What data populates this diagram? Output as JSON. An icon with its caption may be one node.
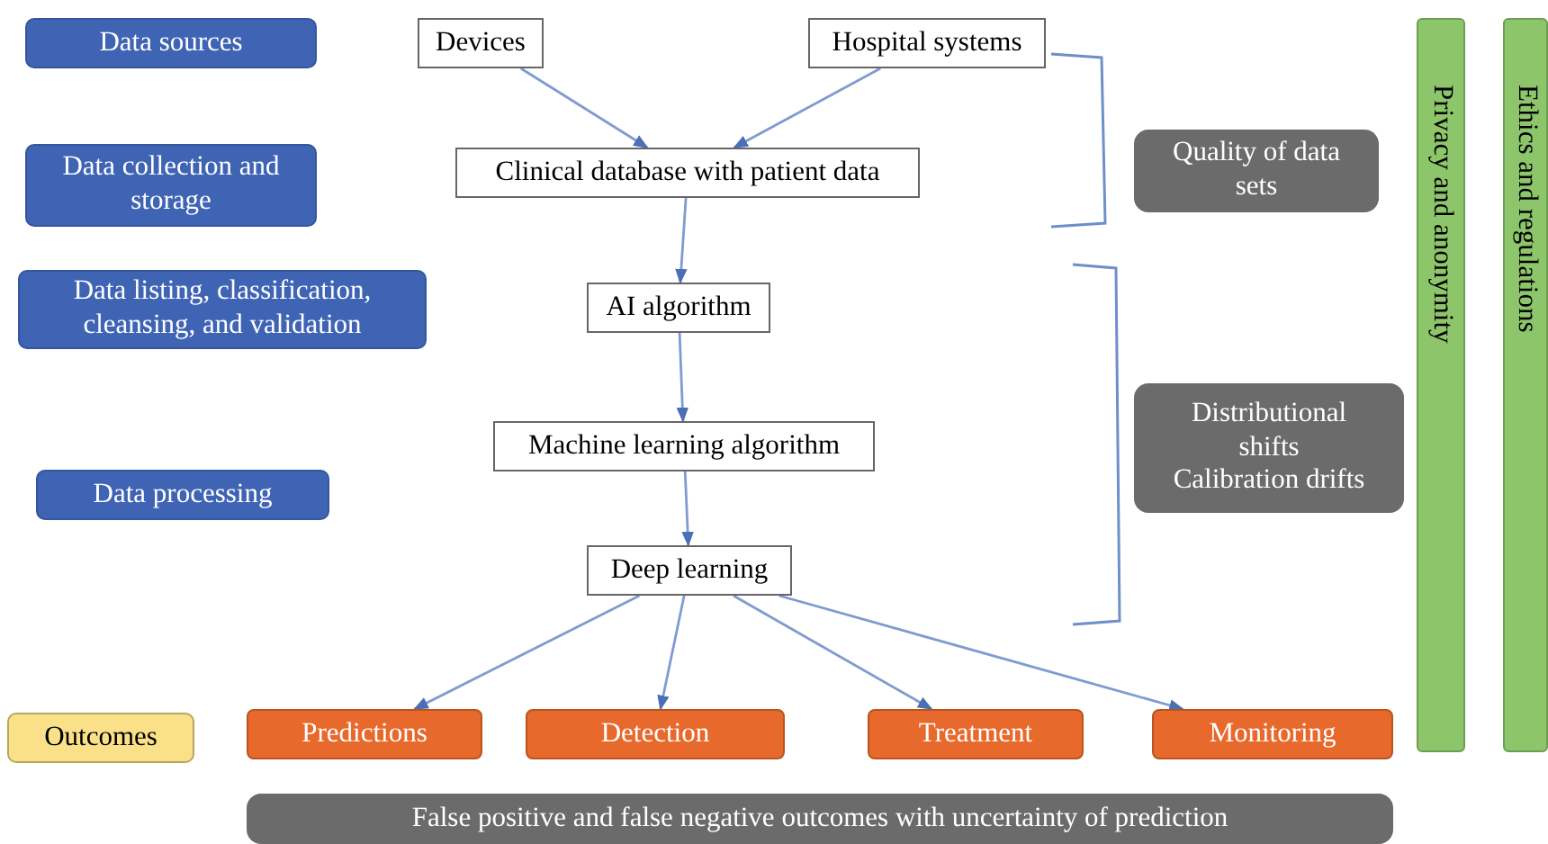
{
  "diagram": {
    "nodes": [
      {
        "text": [
          "Data sources"
        ]
      },
      {
        "text": [
          "Devices"
        ]
      },
      {
        "text": [
          "Hospital systems"
        ]
      },
      {
        "text": [
          "Data collection and storage"
        ]
      },
      {
        "text": [
          "Clinical database with patient data"
        ]
      },
      {
        "text": [
          "Quality of data sets"
        ]
      },
      {
        "text": [
          "Data listing, classification, cleansing, and validation"
        ]
      },
      {
        "text": [
          "AI algorithm"
        ]
      },
      {
        "text": [
          "Distributional shifts",
          "Calibration drifts"
        ]
      },
      {
        "text": [
          "Machine learning algorithm"
        ]
      },
      {
        "text": [
          "Data processing"
        ]
      },
      {
        "text": [
          "Deep learning"
        ]
      },
      {
        "text": [
          "Privacy and anonymity"
        ]
      },
      {
        "text": [
          "Ethics and regulations"
        ]
      },
      {
        "text": [
          "Outcomes"
        ]
      },
      {
        "text": [
          "Predictions"
        ]
      },
      {
        "text": [
          "Detection"
        ]
      },
      {
        "text": [
          "Treatment"
        ]
      },
      {
        "text": [
          "Monitoring"
        ]
      },
      {
        "text": [
          "False positive and false negative outcomes with uncertainty of prediction"
        ]
      }
    ],
    "edges": [
      {
        "from": 1,
        "to": 4,
        "arrow": "to"
      },
      {
        "from": 2,
        "to": 4,
        "arrow": "to"
      },
      {
        "from": 4,
        "to": 7,
        "arrow": "to"
      },
      {
        "from": 7,
        "to": 9,
        "arrow": "to"
      },
      {
        "from": 9,
        "to": 11,
        "arrow": "to"
      },
      {
        "from": 11,
        "to": 15,
        "arrow": "to"
      },
      {
        "from": 11,
        "to": 16,
        "arrow": "to"
      },
      {
        "from": 11,
        "to": 17,
        "arrow": "to"
      },
      {
        "from": 11,
        "to": 18,
        "arrow": "to"
      }
    ]
  }
}
